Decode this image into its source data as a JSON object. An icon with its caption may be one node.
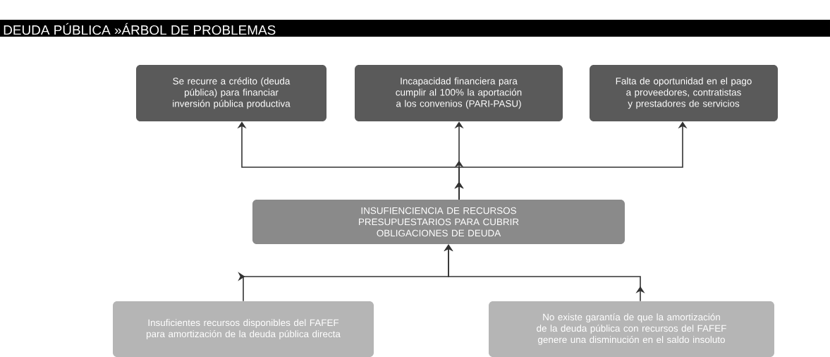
{
  "diagram": {
    "title": "DEUDA PÚBLICA »ÁRBOL DE PROBLEMAS",
    "nodes": [
      {
        "text": [
          "Se recurre a crédito (deuda pública) para financiar inversión pública productiva"
        ]
      },
      {
        "text": [
          "Incapacidad financiera para cumplir al 100% la aportación a los convenios (PARI-PASU)"
        ]
      },
      {
        "text": [
          "Falta de oportunidad en el pago a proveedores, contratistas y prestadores de servicios"
        ]
      },
      {
        "text": [
          "INSUFIENCIENCIA DE RECURSOS PRESUPUESTARIOS PARA CUBRIR OBLIGACIONES DE DEUDA"
        ]
      },
      {
        "text": [
          "Insuficientes recursos disponibles del FAFEF para amortización de la deuda pública directa"
        ]
      },
      {
        "text": [
          "No existe garantía de que la amortización de la deuda pública con recursos del FAFEF genere una disminución en el saldo insoluto"
        ]
      }
    ],
    "edges": [
      {
        "from": 3,
        "to": 0,
        "arrow": "to"
      },
      {
        "from": 3,
        "to": 1,
        "arrow": "to"
      },
      {
        "from": 3,
        "to": 2,
        "arrow": "to"
      },
      {
        "from": 4,
        "to": 3,
        "arrow": "to"
      },
      {
        "from": 5,
        "to": 3,
        "arrow": "to"
      }
    ]
  }
}
